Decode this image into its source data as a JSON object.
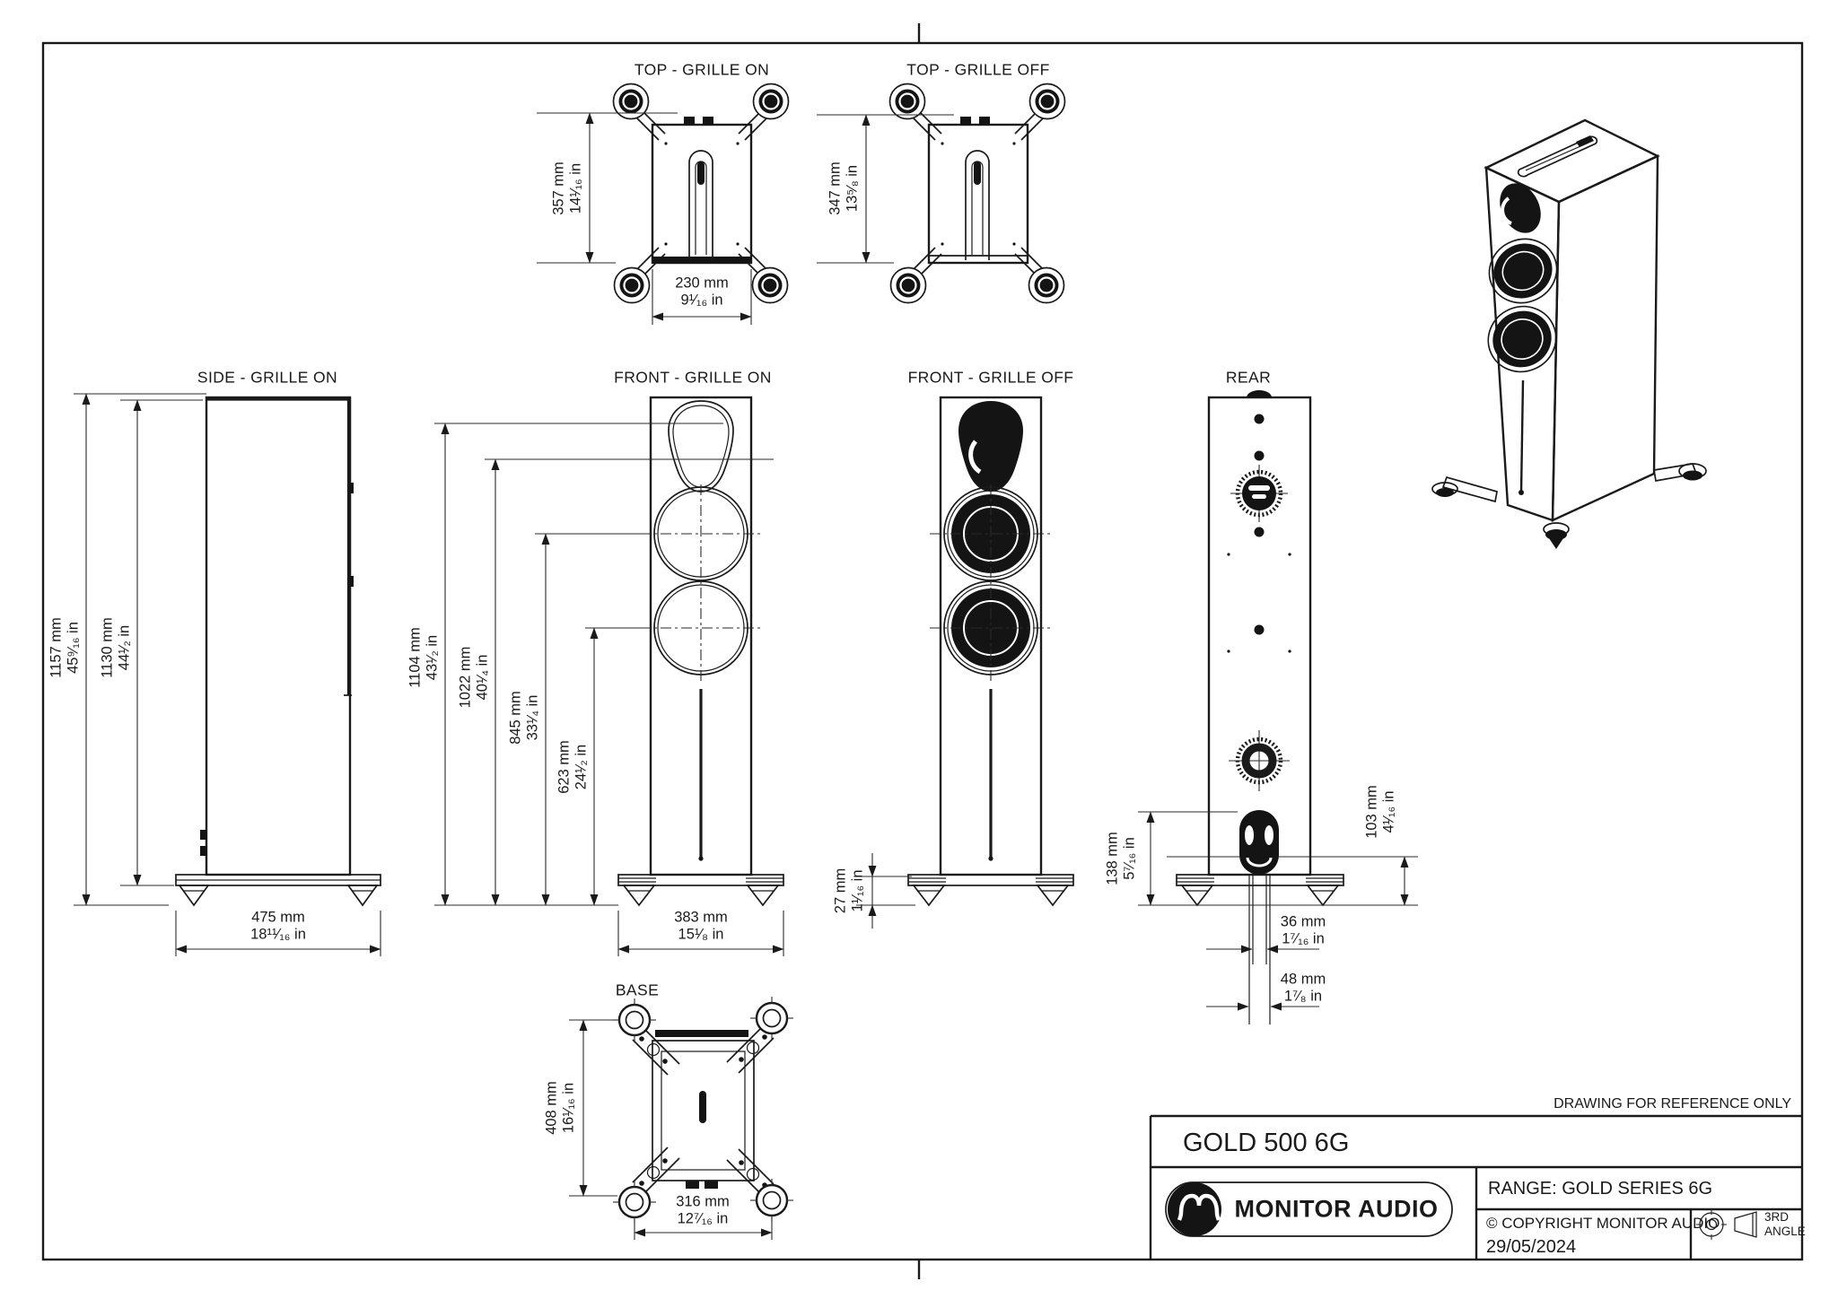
{
  "page": {
    "note": "DRAWING FOR REFERENCE ONLY"
  },
  "views": {
    "top_on": {
      "title": "TOP - GRILLE ON",
      "height": {
        "mm": "357 mm",
        "in": "14¹⁄₁₆ in"
      },
      "width": {
        "mm": "230 mm",
        "in": "9¹⁄₁₆ in"
      }
    },
    "top_off": {
      "title": "TOP - GRILLE OFF",
      "height": {
        "mm": "347 mm",
        "in": "13⁵⁄₈ in"
      }
    },
    "side_on": {
      "title": "SIDE - GRILLE ON",
      "overall": {
        "mm": "1157 mm",
        "in": "45⁹⁄₁₆ in"
      },
      "cabinet": {
        "mm": "1130 mm",
        "in": "44¹⁄₂ in"
      },
      "depth": {
        "mm": "475 mm",
        "in": "18¹¹⁄₁₆ in"
      }
    },
    "front_on": {
      "title": "FRONT - GRILLE ON",
      "h1": {
        "mm": "1104 mm",
        "in": "43¹⁄₂ in"
      },
      "h2": {
        "mm": "1022 mm",
        "in": "40¹⁄₄ in"
      },
      "h3": {
        "mm": "845 mm",
        "in": "33¹⁄₄ in"
      },
      "h4": {
        "mm": "623 mm",
        "in": "24¹⁄₂ in"
      },
      "width": {
        "mm": "383 mm",
        "in": "15¹⁄₈ in"
      }
    },
    "front_off": {
      "title": "FRONT - GRILLE OFF",
      "spike": {
        "mm": "27 mm",
        "in": "1¹⁄₁₆ in"
      }
    },
    "rear": {
      "title": "REAR",
      "terminal": {
        "mm": "138 mm",
        "in": "5⁷⁄₁₆ in"
      },
      "plinth": {
        "mm": "103 mm",
        "in": "4¹⁄₁₆ in"
      },
      "inner": {
        "mm": "36 mm",
        "in": "1⁷⁄₁₆ in"
      },
      "outer": {
        "mm": "48 mm",
        "in": "1⁷⁄₈ in"
      }
    },
    "base": {
      "title": "BASE",
      "depth": {
        "mm": "408 mm",
        "in": "16¹⁄₁₆ in"
      },
      "width": {
        "mm": "316 mm",
        "in": "12⁷⁄₁₆ in"
      }
    }
  },
  "title_block": {
    "model": "GOLD 500 6G",
    "brand": "MONITOR AUDIO",
    "range": "RANGE: GOLD SERIES 6G",
    "copyright": "© COPYRIGHT MONITOR AUDIO",
    "date": "29/05/2024",
    "projection_line1": "3RD",
    "projection_line2": "ANGLE"
  }
}
